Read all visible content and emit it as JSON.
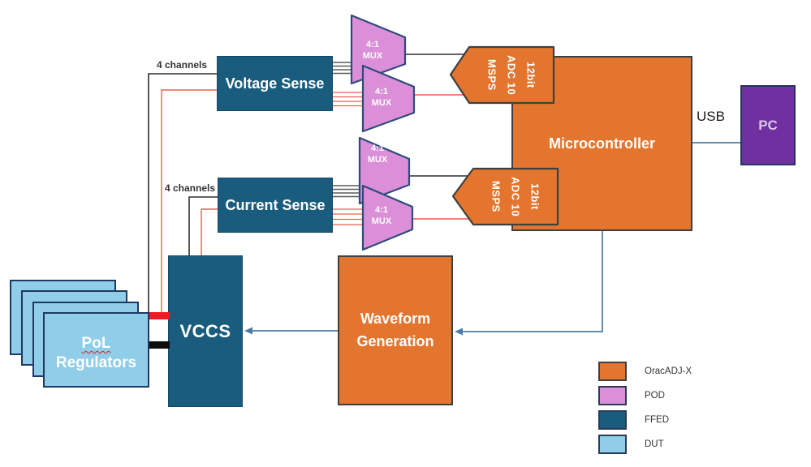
{
  "blocks": {
    "voltage_sense": {
      "label": "Voltage Sense"
    },
    "current_sense": {
      "label": "Current Sense"
    },
    "microcontroller": {
      "label": "Microcontroller"
    },
    "waveform_generation": {
      "label": "Waveform Generation"
    },
    "vccs": {
      "label": "VCCS"
    },
    "pc": {
      "label": "PC"
    },
    "pol_regulators": {
      "word1": "PoL",
      "word2": "Regulators"
    }
  },
  "mux_label_lines": [
    "4:1",
    "MUX"
  ],
  "adc_label": "12bit ADC 10 MSPS",
  "adc_label_lines": [
    "12bit",
    "ADC 10",
    "MSPS"
  ],
  "annotations": {
    "usb": "USB",
    "voltage_channels": "4 channels",
    "current_channels": "4 channels"
  },
  "legend": {
    "items": [
      {
        "label": "OracADJ-X",
        "color": "#E4752E"
      },
      {
        "label": "POD",
        "color": "#DB8FD8"
      },
      {
        "label": "FFED",
        "color": "#1A5C7D"
      },
      {
        "label": "DUT",
        "color": "#8FCDE9"
      }
    ]
  },
  "colors": {
    "orange": "#E4752E",
    "pink": "#DB8FD8",
    "teal": "#1A5C7D",
    "light_blue": "#8FCDE9",
    "purple": "#7030A0",
    "red_signal_line": "#EF5B52",
    "dark_signal_line": "#2F2F2F",
    "gray_bundle_line": "#5B5B5B",
    "steel_line": "#4B7CA8",
    "power_bar_red": "#ED1C24",
    "power_bar_black": "#0D0D0D"
  }
}
